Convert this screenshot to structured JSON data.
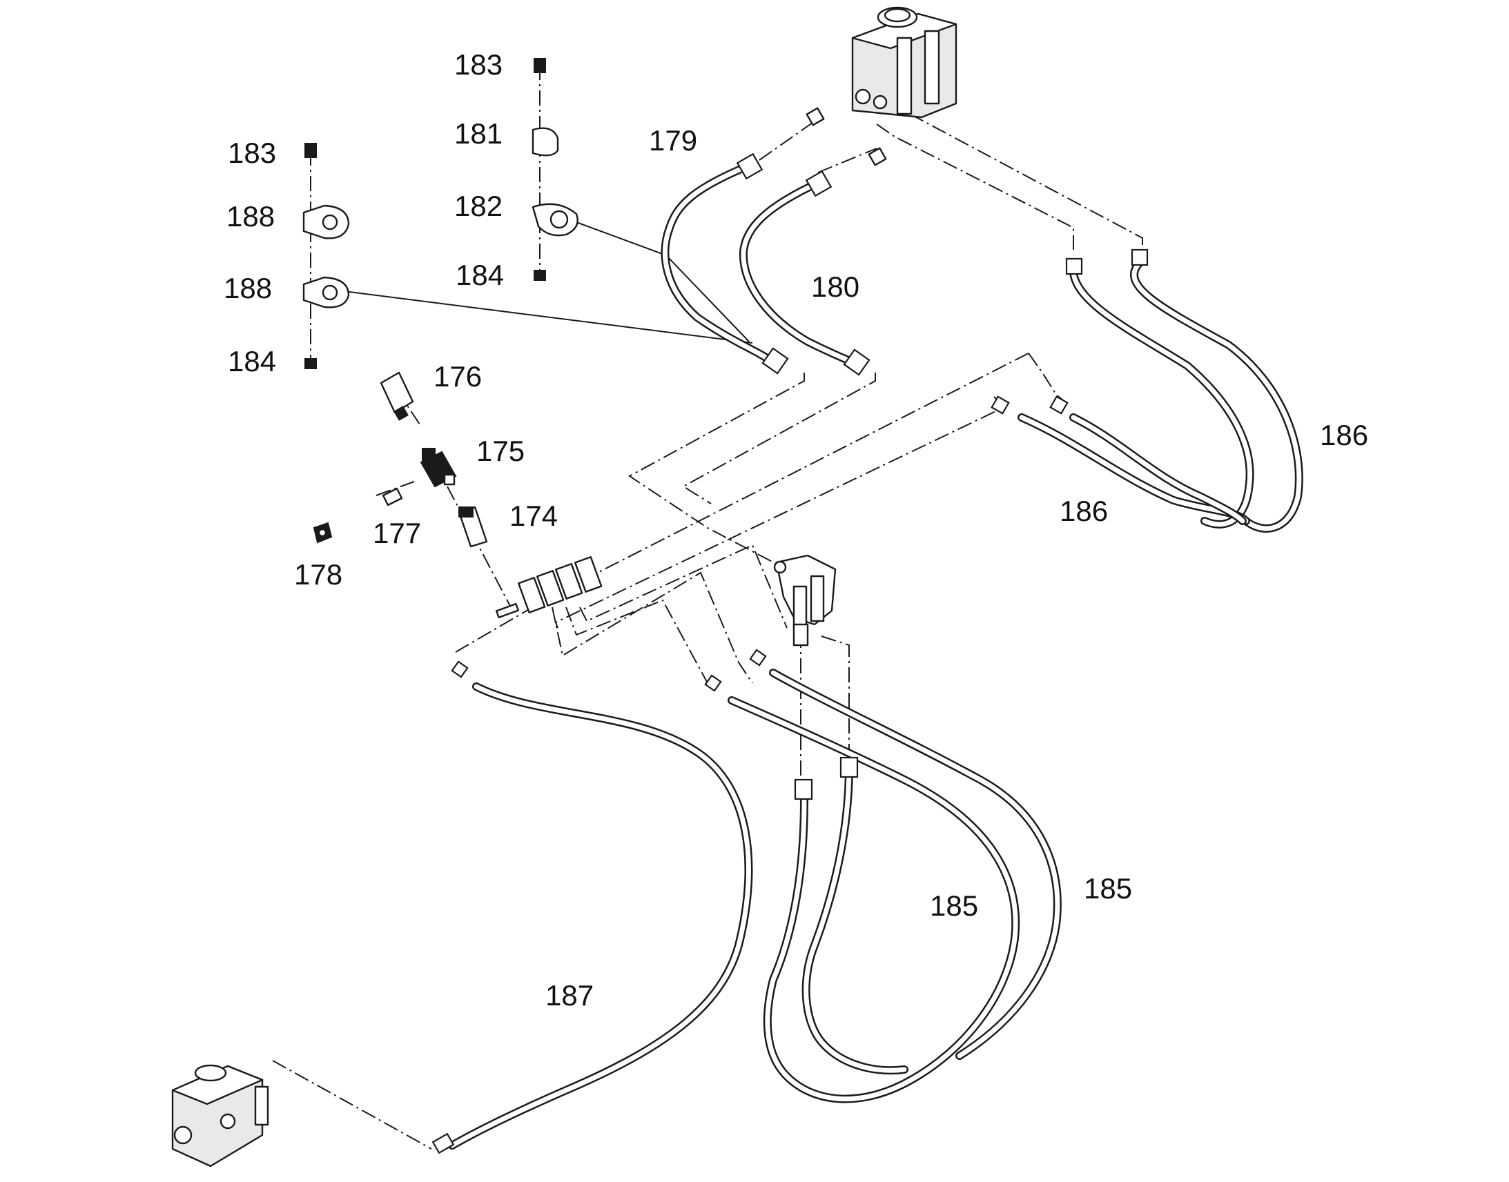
{
  "labels": {
    "l174": "174",
    "l175": "175",
    "l176": "176",
    "l177": "177",
    "l178": "178",
    "l179": "179",
    "l180": "180",
    "l181": "181",
    "l182": "182",
    "l183a": "183",
    "l183b": "183",
    "l184a": "184",
    "l184b": "184",
    "l185a": "185",
    "l185b": "185",
    "l186a": "186",
    "l186b": "186",
    "l187": "187",
    "l188a": "188",
    "l188b": "188"
  },
  "colors": {
    "line": "#1a1a1a",
    "background": "#ffffff",
    "block_fill": "#e9e9e9"
  }
}
